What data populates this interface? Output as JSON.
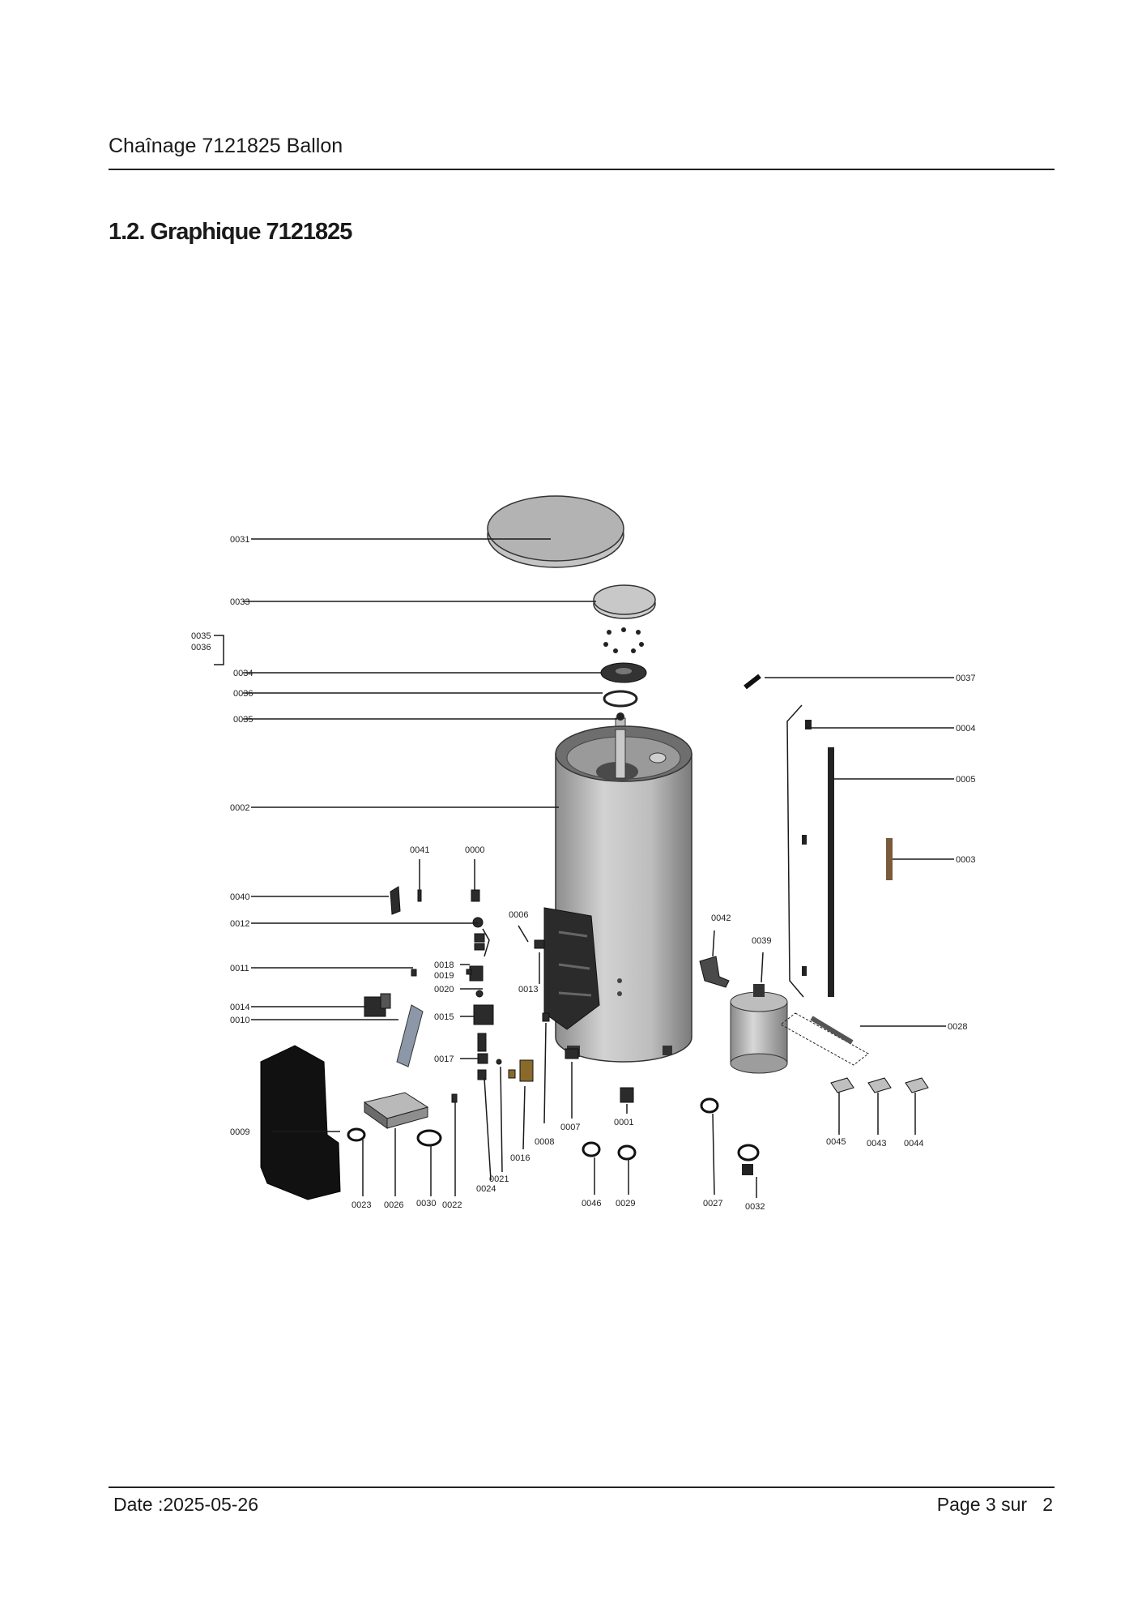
{
  "header": {
    "title": "Chaînage 7121825 Ballon"
  },
  "section": {
    "title": "1.2. Graphique 7121825"
  },
  "footer": {
    "date": "Date :2025-05-26",
    "page_prefix": "Page 3 sur",
    "page_total": "2"
  },
  "diagram": {
    "labels": {
      "l0031": "0031",
      "l0033": "0033",
      "l0035": "0035",
      "l0036a": "0036",
      "l0034": "0034",
      "l0036b": "0036",
      "l0035b": "0035",
      "l0002": "0002",
      "l0041": "0041",
      "l0000": "0000",
      "l0040": "0040",
      "l0012": "0012",
      "l0006": "0006",
      "l0011": "0011",
      "l0018": "0018",
      "l0019": "0019",
      "l0020": "0020",
      "l0013": "0013",
      "l0014": "0014",
      "l0010": "0010",
      "l0015": "0015",
      "l0017": "0017",
      "l0009": "0009",
      "l0023": "0023",
      "l0026": "0026",
      "l0030": "0030",
      "l0022": "0022",
      "l0024": "0024",
      "l0021": "0021",
      "l0016": "0016",
      "l0008": "0008",
      "l0007": "0007",
      "l0001": "0001",
      "l0046": "0046",
      "l0029": "0029",
      "l0027": "0027",
      "l0032": "0032",
      "l0037": "0037",
      "l0004": "0004",
      "l0005": "0005",
      "l0003": "0003",
      "l0042": "0042",
      "l0039": "0039",
      "l0028": "0028",
      "l0045": "0045",
      "l0043": "0043",
      "l0044": "0044"
    }
  }
}
